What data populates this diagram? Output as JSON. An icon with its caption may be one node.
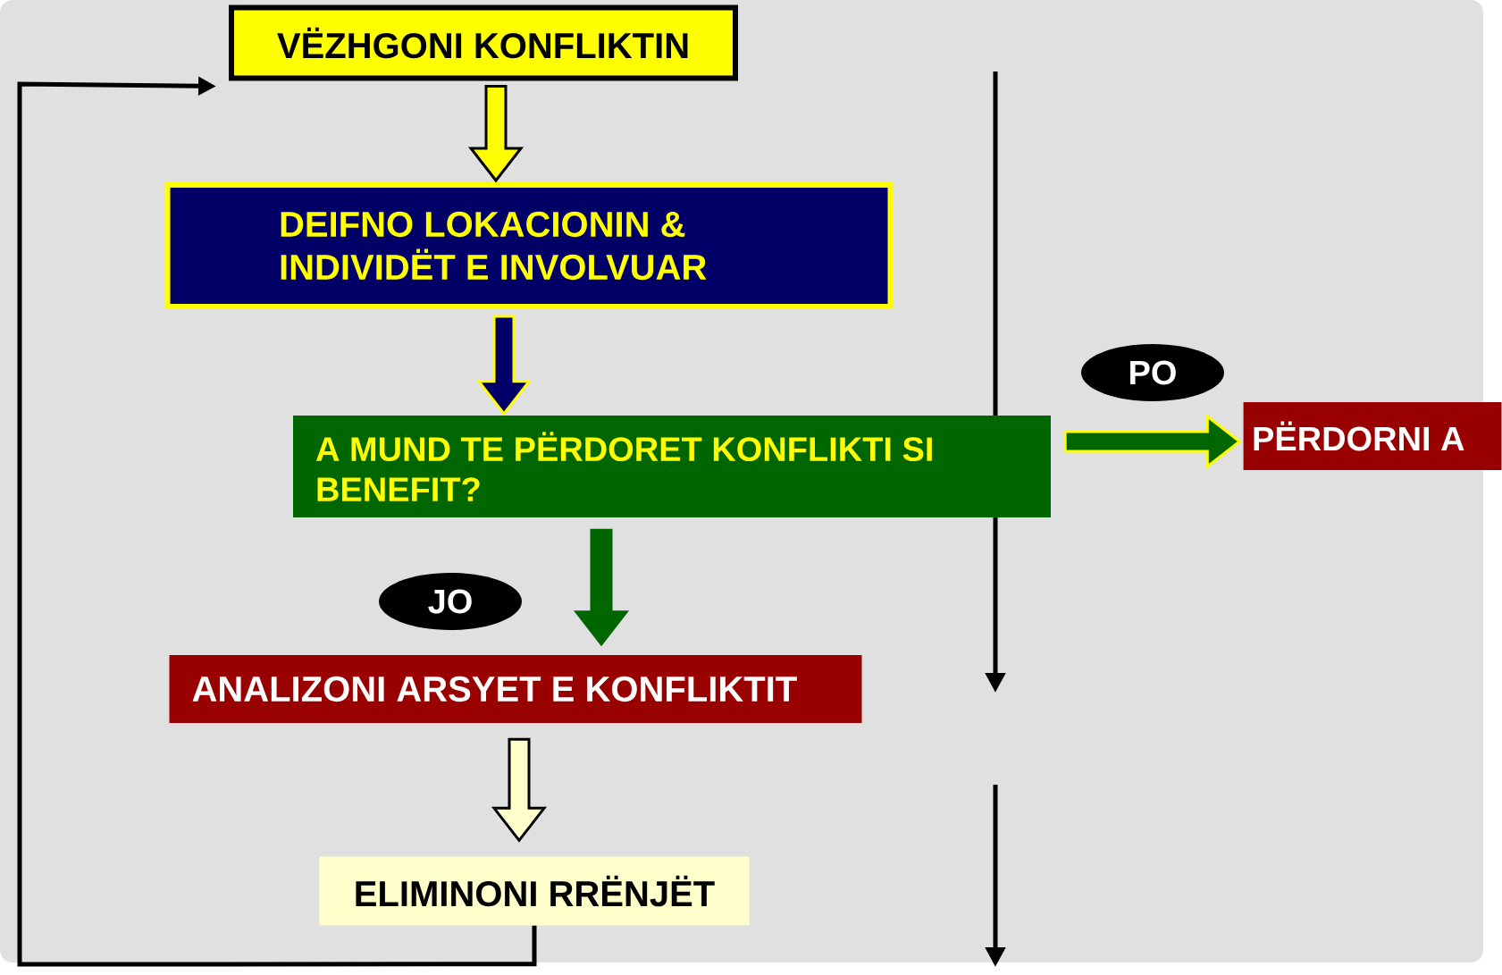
{
  "diagram": {
    "nodes": [
      {
        "text": [
          "VËZHGONI KONFLIKTIN"
        ]
      },
      {
        "text": [
          "DEIFNO LOKACIONIN & INDIVIDËT E INVOLVUAR"
        ]
      },
      {
        "text": [
          "A MUND TE PËRDORET KONFLIKTI SI BENEFIT?"
        ]
      },
      {
        "text": [
          "JO"
        ]
      },
      {
        "text": [
          "PO"
        ]
      },
      {
        "text": [
          "PËRDORNI A"
        ]
      },
      {
        "text": [
          "ANALIZONI ARSYET E KONFLIKTIT"
        ]
      },
      {
        "text": [
          "ELIMINONI RRËNJËT"
        ]
      }
    ],
    "edges": [
      {
        "from": 0,
        "to": 1,
        "arrow": "to",
        "style": "thick",
        "color": "#ffff00"
      },
      {
        "from": 1,
        "to": 2,
        "arrow": "to",
        "style": "thick",
        "color": "#000066"
      },
      {
        "from": 2,
        "to": 5,
        "arrow": "to",
        "style": "thick",
        "color": "#006600"
      },
      {
        "from": 2,
        "to": 6,
        "arrow": "to",
        "style": "thick",
        "color": "#006600"
      },
      {
        "from": 6,
        "to": 7,
        "arrow": "to",
        "style": "thick",
        "color": "#ffffcc"
      },
      {
        "from": 7,
        "to": 0,
        "arrow": "to",
        "color": "#000000"
      }
    ]
  }
}
